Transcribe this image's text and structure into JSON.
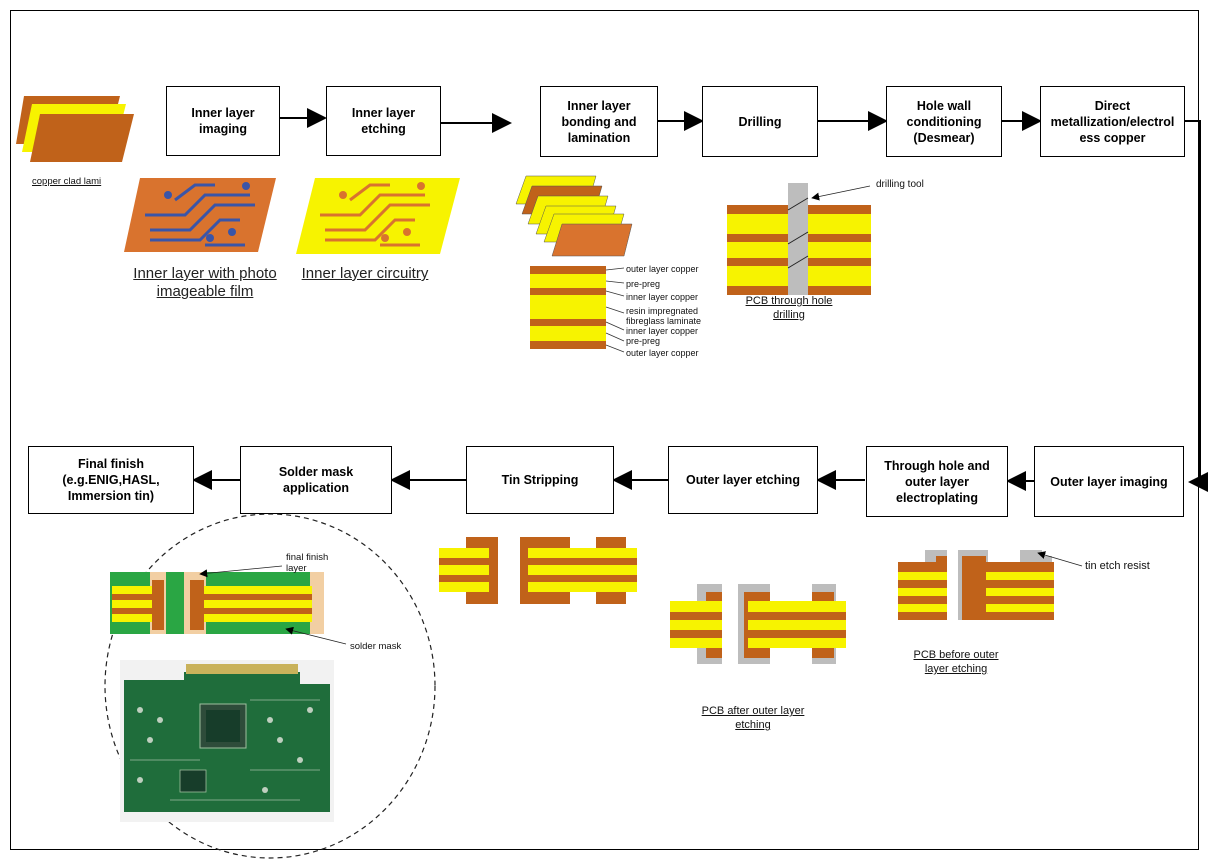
{
  "steps": {
    "s1": "Inner layer\nimaging",
    "s2": "Inner layer\netching",
    "s3": "Inner layer\nbonding and\nlamination",
    "s4": "Drilling",
    "s5": "Hole wall\nconditioning\n(Desmear)",
    "s6": "Direct\nmetallization/electrol\ness copper",
    "s7": "Outer layer imaging",
    "s8": "Through  hole and\nouter layer\nelectroplating",
    "s9": "Outer layer etching",
    "s10": "Tin Stripping",
    "s11": "Solder mask\napplication",
    "s12": "Final finish\n(e.g.ENIG,HASL,\nImmersion tin)"
  },
  "labels": {
    "copper_clad": "copper clad lami",
    "photo_film": "Inner layer with photo\nimageable film",
    "circuitry": "Inner layer circuitry",
    "drilling_tool": "drilling tool",
    "through_hole": "PCB through hole\ndrilling",
    "stack": [
      "outer layer copper",
      "pre-preg",
      "inner layer copper",
      "resin impregnated",
      "fibreglass laminate",
      "inner layer copper",
      "pre-preg",
      "outer layer copper"
    ],
    "tin_etch_resist": "tin etch resist",
    "before_etching": "PCB before outer\nlayer etching",
    "after_etching": "PCB after outer layer\netching",
    "final_finish_layer": "final finish\nlayer",
    "solder_mask": "solder mask"
  },
  "colors": {
    "copper": "#c0621a",
    "laminate": "#f7f300",
    "tin": "#bdbdbd",
    "solder_mask": "#2aa644",
    "finish": "#f2cfa3",
    "substrate_orange": "#d9732e",
    "trace_blue": "#3a55a8"
  }
}
